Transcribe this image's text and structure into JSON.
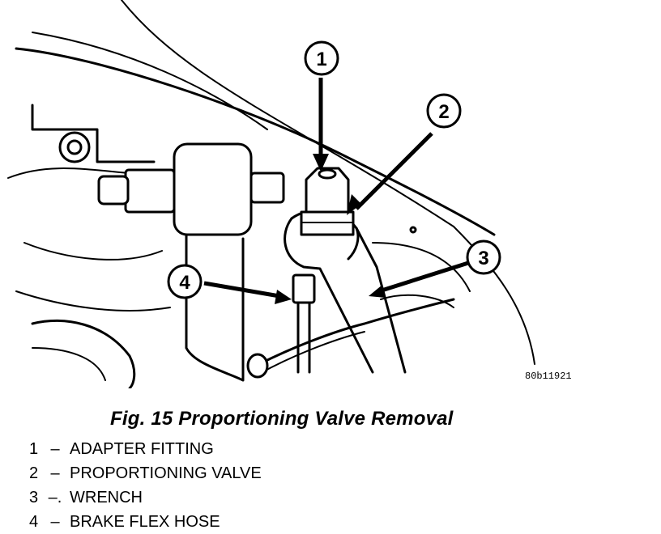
{
  "figure": {
    "code": "80b11921",
    "caption": "Fig. 15 Proportioning Valve Removal",
    "callouts": [
      {
        "num": "1",
        "label": "ADAPTER FITTING"
      },
      {
        "num": "2",
        "label": "PROPORTIONING VALVE"
      },
      {
        "num": "3",
        "label": "WRENCH"
      },
      {
        "num": "4",
        "label": "BRAKE FLEX HOSE"
      }
    ],
    "separator": "–",
    "separator_3": "–."
  }
}
